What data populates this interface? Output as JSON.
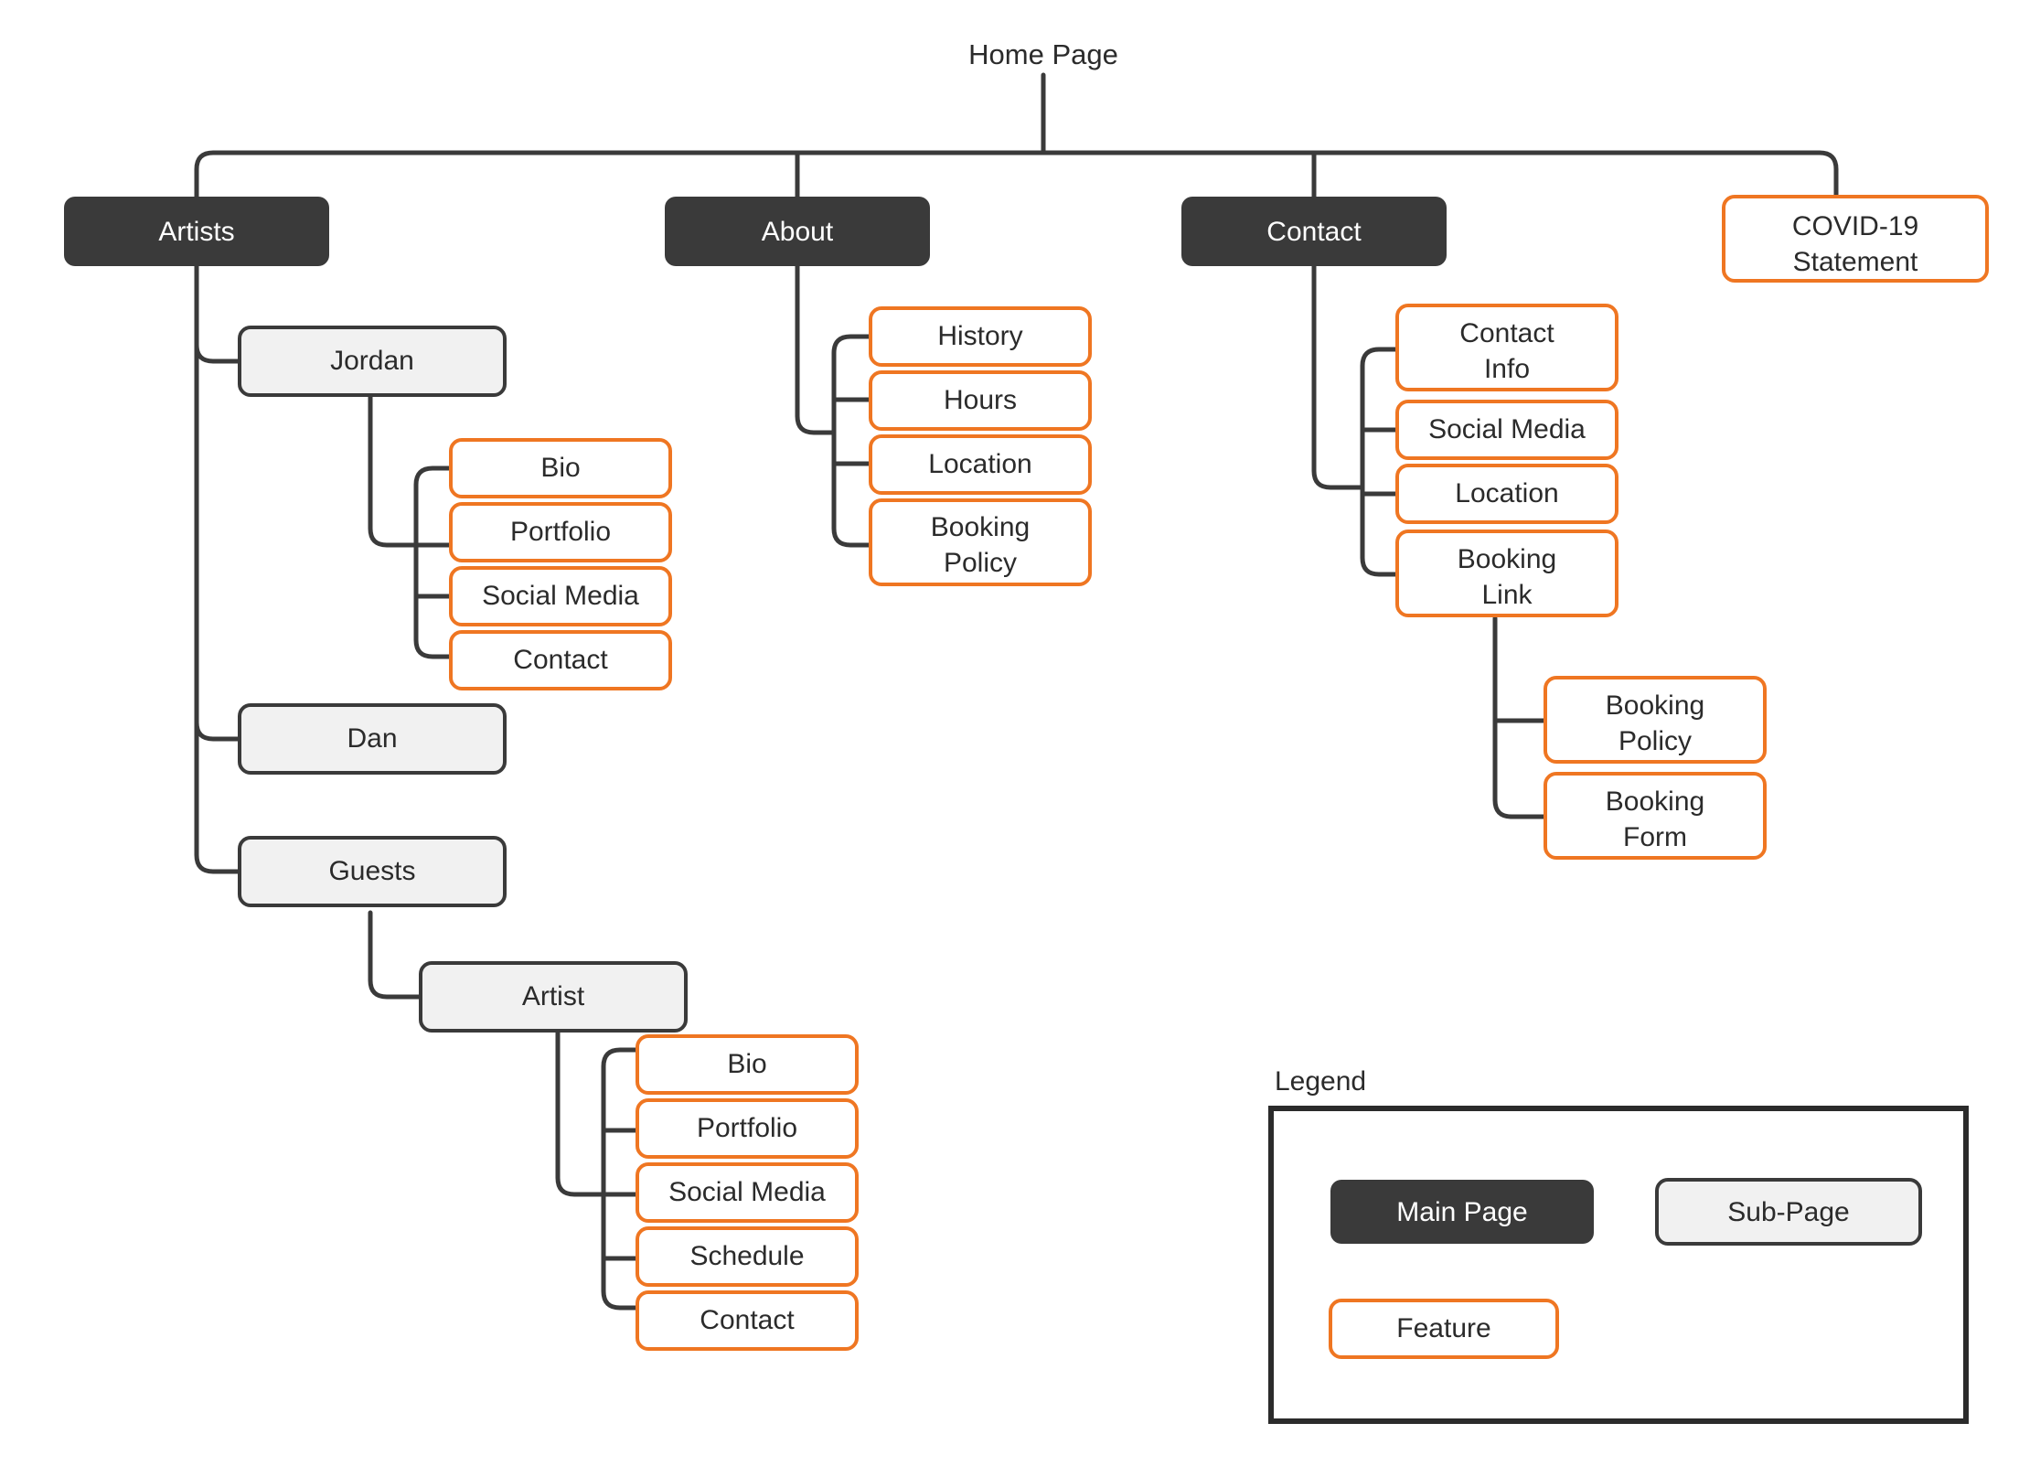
{
  "diagram": {
    "title": "Home Page",
    "type": "sitemap-tree",
    "colors": {
      "main_page_fill": "#3a3a3a",
      "main_page_text": "#ffffff",
      "sub_page_fill": "#f1f1f1",
      "sub_page_border": "#3a3a3a",
      "feature_border": "#ef7622",
      "feature_fill": "#ffffff",
      "connector": "#3a3a3a",
      "text": "#2b2b2b",
      "background": "#ffffff"
    },
    "root": {
      "label": "Home Page",
      "kind": "root"
    },
    "nodes": {
      "artists": {
        "label": "Artists",
        "kind": "main-page"
      },
      "about": {
        "label": "About",
        "kind": "main-page"
      },
      "contact": {
        "label": "Contact",
        "kind": "main-page"
      },
      "covid": {
        "label": "COVID-19 Statement",
        "line1": "COVID-19",
        "line2": "Statement",
        "kind": "feature"
      },
      "jordan": {
        "label": "Jordan",
        "kind": "sub-page"
      },
      "jordan_bio": {
        "label": "Bio",
        "kind": "feature"
      },
      "jordan_portfolio": {
        "label": "Portfolio",
        "kind": "feature"
      },
      "jordan_social": {
        "label": "Social Media",
        "kind": "feature"
      },
      "jordan_contact": {
        "label": "Contact",
        "kind": "feature"
      },
      "dan": {
        "label": "Dan",
        "kind": "sub-page"
      },
      "guests": {
        "label": "Guests",
        "kind": "sub-page"
      },
      "guest_artist": {
        "label": "Artist",
        "kind": "sub-page"
      },
      "artist_bio": {
        "label": "Bio",
        "kind": "feature"
      },
      "artist_portfolio": {
        "label": "Portfolio",
        "kind": "feature"
      },
      "artist_social": {
        "label": "Social Media",
        "kind": "feature"
      },
      "artist_schedule": {
        "label": "Schedule",
        "kind": "feature"
      },
      "artist_contact": {
        "label": "Contact",
        "kind": "feature"
      },
      "about_history": {
        "label": "History",
        "kind": "feature"
      },
      "about_hours": {
        "label": "Hours",
        "kind": "feature"
      },
      "about_location": {
        "label": "Location",
        "kind": "feature"
      },
      "about_booking_policy": {
        "label": "Booking Policy",
        "line1": "Booking",
        "line2": "Policy",
        "kind": "feature"
      },
      "contact_info": {
        "label": "Contact Info",
        "line1": "Contact",
        "line2": "Info",
        "kind": "feature"
      },
      "contact_social": {
        "label": "Social Media",
        "kind": "feature"
      },
      "contact_location": {
        "label": "Location",
        "kind": "feature"
      },
      "contact_booking_link": {
        "label": "Booking Link",
        "line1": "Booking",
        "line2": "Link",
        "kind": "feature"
      },
      "booking_policy": {
        "label": "Booking Policy",
        "line1": "Booking",
        "line2": "Policy",
        "kind": "feature"
      },
      "booking_form": {
        "label": "Booking Form",
        "line1": "Booking",
        "line2": "Form",
        "kind": "feature"
      }
    },
    "legend": {
      "title": "Legend",
      "items": [
        {
          "label": "Main Page",
          "kind": "main-page"
        },
        {
          "label": "Sub-Page",
          "kind": "sub-page"
        },
        {
          "label": "Feature",
          "kind": "feature"
        }
      ]
    }
  }
}
